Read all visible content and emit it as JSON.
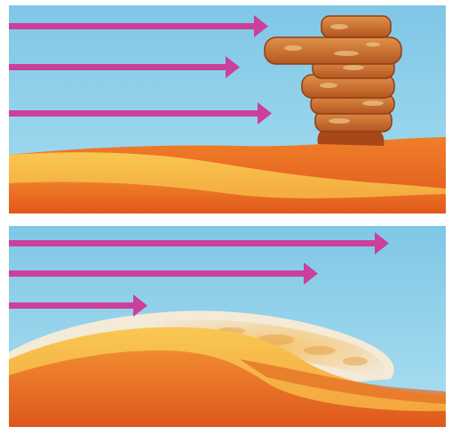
{
  "figure": {
    "panels": [
      {
        "id": "top",
        "subject": "mushroom-rock",
        "wind_arrows": 3,
        "colors": {
          "sky": "#8fd0ea",
          "arrow": "#cc3f9a",
          "sand_light": "#f6c04e",
          "sand_dark": "#e8661e",
          "rock": "#c86a2c"
        }
      },
      {
        "id": "bottom",
        "subject": "sand-dune",
        "wind_arrows": 3,
        "colors": {
          "sky": "#8fd0ea",
          "arrow": "#cc3f9a",
          "sand_light": "#f7c250",
          "sand_dark": "#e66a20",
          "rim": "#f4ead8"
        }
      }
    ]
  }
}
